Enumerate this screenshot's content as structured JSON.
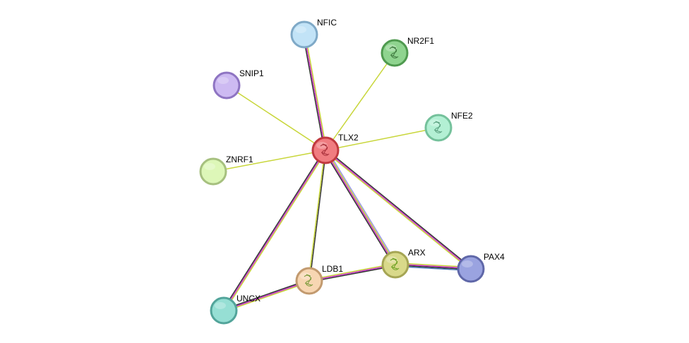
{
  "network": {
    "nodes": [
      {
        "id": "TLX2",
        "label": "TLX2",
        "fill": "#f07c80",
        "stroke": "#c0393f",
        "has_structure": true,
        "glyph_color": "#a8303a"
      },
      {
        "id": "NFIC",
        "label": "NFIC",
        "fill": "#c2e3f7",
        "stroke": "#7fa9c7",
        "has_structure": false
      },
      {
        "id": "NR2F1",
        "label": "NR2F1",
        "fill": "#8fd48f",
        "stroke": "#4f9a4f",
        "has_structure": true,
        "glyph_color": "#3f7a3f"
      },
      {
        "id": "SNIP1",
        "label": "SNIP1",
        "fill": "#cdbaf2",
        "stroke": "#8e74c2",
        "has_structure": false
      },
      {
        "id": "NFE2",
        "label": "NFE2",
        "fill": "#b3f0d4",
        "stroke": "#74c19b",
        "has_structure": true,
        "glyph_color": "#5aa07f"
      },
      {
        "id": "ZNRF1",
        "label": "ZNRF1",
        "fill": "#ddf7b8",
        "stroke": "#a6c07f",
        "has_structure": false
      },
      {
        "id": "ARX",
        "label": "ARX",
        "fill": "#d9d98a",
        "stroke": "#a5a554",
        "has_structure": true,
        "glyph_color": "#6aa020"
      },
      {
        "id": "PAX4",
        "label": "PAX4",
        "fill": "#9aa3e0",
        "stroke": "#5f67a8",
        "has_structure": false
      },
      {
        "id": "LDB1",
        "label": "LDB1",
        "fill": "#f7d6b2",
        "stroke": "#c29a6f",
        "has_structure": true,
        "glyph_color": "#7a9a3a"
      },
      {
        "id": "UNCX",
        "label": "UNCX",
        "fill": "#96dfd4",
        "stroke": "#52a49a",
        "has_structure": false
      }
    ],
    "edges": [
      {
        "source": "TLX2",
        "target": "NFIC",
        "colors": [
          "#333333",
          "#cc33cc",
          "#c8d63a"
        ]
      },
      {
        "source": "TLX2",
        "target": "NR2F1",
        "colors": [
          "#c8d63a"
        ]
      },
      {
        "source": "TLX2",
        "target": "SNIP1",
        "colors": [
          "#c8d63a"
        ]
      },
      {
        "source": "TLX2",
        "target": "NFE2",
        "colors": [
          "#c8d63a"
        ]
      },
      {
        "source": "TLX2",
        "target": "ZNRF1",
        "colors": [
          "#c8d63a"
        ]
      },
      {
        "source": "TLX2",
        "target": "UNCX",
        "colors": [
          "#c8d63a",
          "#cc33cc",
          "#333333"
        ]
      },
      {
        "source": "TLX2",
        "target": "LDB1",
        "colors": [
          "#333333",
          "#c8d63a"
        ]
      },
      {
        "source": "TLX2",
        "target": "ARX",
        "colors": [
          "#9a9ae6",
          "#c8d63a",
          "#cc33cc",
          "#333333"
        ]
      },
      {
        "source": "TLX2",
        "target": "PAX4",
        "colors": [
          "#333333",
          "#cc33cc",
          "#c8d63a"
        ]
      },
      {
        "source": "LDB1",
        "target": "UNCX",
        "colors": [
          "#c8d63a",
          "#cc33cc",
          "#333333"
        ]
      },
      {
        "source": "LDB1",
        "target": "ARX",
        "colors": [
          "#c8d63a",
          "#cc33cc",
          "#333333"
        ]
      },
      {
        "source": "ARX",
        "target": "PAX4",
        "colors": [
          "#c8d63a",
          "#cc33cc",
          "#333333",
          "#4a7ab8"
        ]
      }
    ]
  }
}
